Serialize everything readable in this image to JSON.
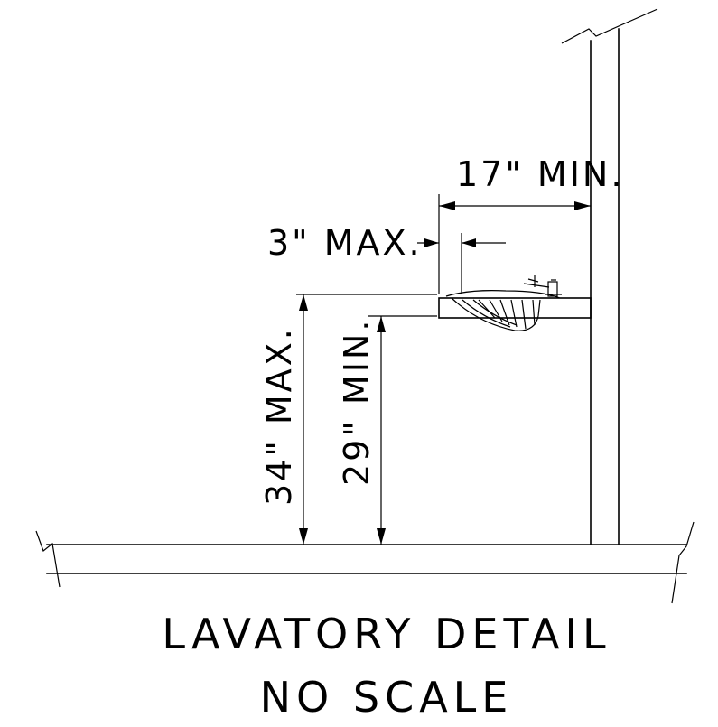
{
  "dimensions": {
    "counter_depth": "17\" MIN.",
    "apron_offset": "3\" MAX.",
    "rim_height": "34\" MAX.",
    "knee_clearance": "29\" MIN."
  },
  "title": "LAVATORY DETAIL",
  "scale_note": "NO SCALE"
}
